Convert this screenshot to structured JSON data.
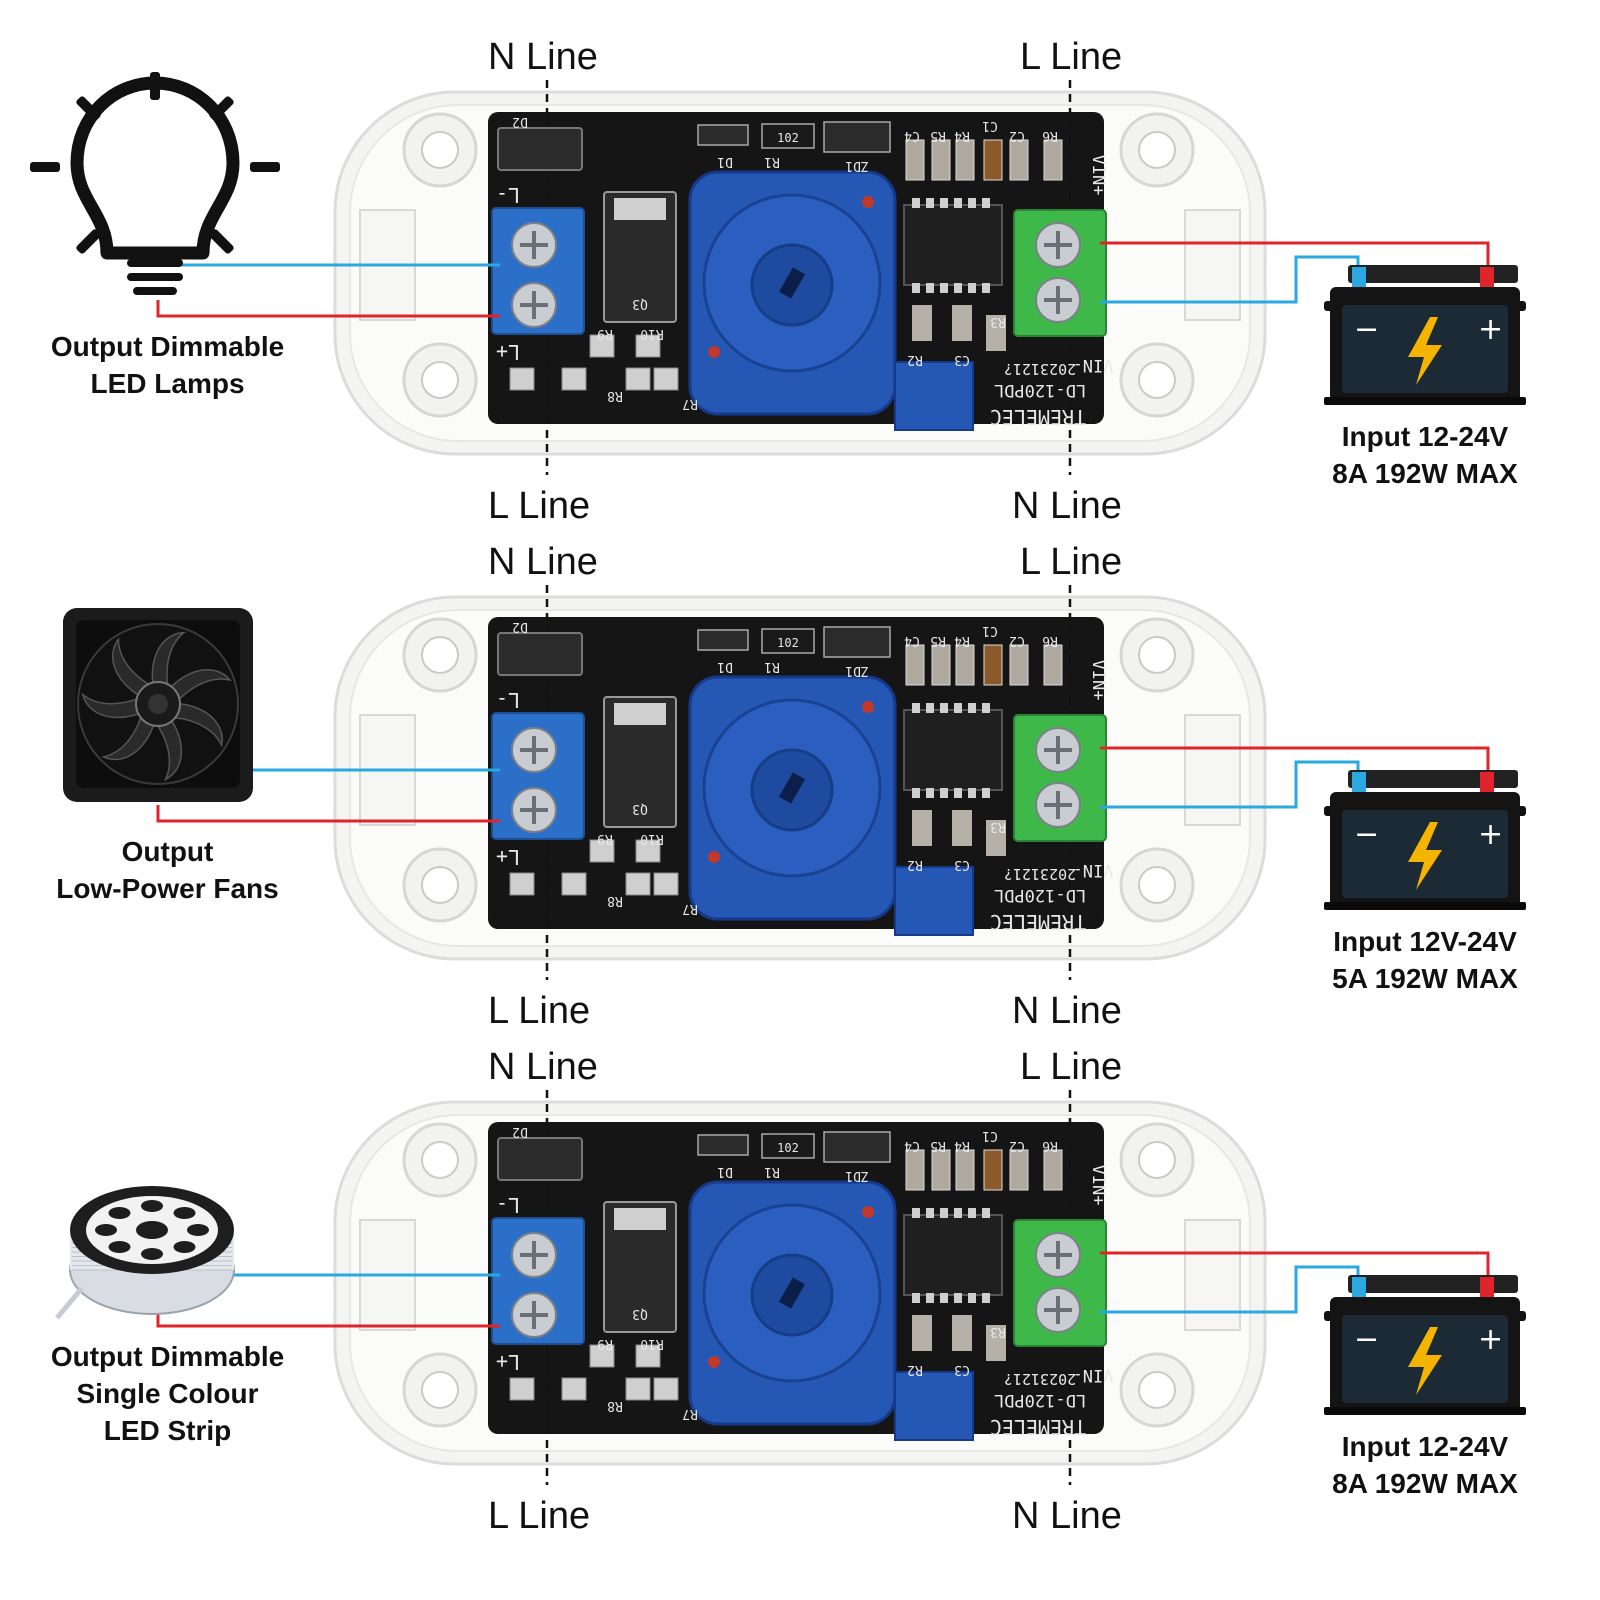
{
  "rows": [
    {
      "top_left_label": "N Line",
      "top_right_label": "L Line",
      "bottom_left_label": "L Line",
      "bottom_right_label": "N Line",
      "output_caption": "Output Dimmable\nLED Lamps",
      "output_icon": "light-bulb-icon",
      "input_caption": "Input 12-24V\n8A 192W MAX"
    },
    {
      "top_left_label": "N Line",
      "top_right_label": "L Line",
      "bottom_left_label": "L Line",
      "bottom_right_label": "N Line",
      "output_caption": "Output\nLow-Power Fans",
      "output_icon": "cooling-fan-icon",
      "input_caption": "Input 12V-24V\n5A 192W MAX"
    },
    {
      "top_left_label": "N Line",
      "top_right_label": "L Line",
      "bottom_left_label": "L Line",
      "bottom_right_label": "N Line",
      "output_caption": "Output Dimmable\nSingle Colour\nLED Strip",
      "output_icon": "led-strip-reel-icon",
      "input_caption": "Input 12-24V\n8A 192W MAX"
    }
  ],
  "board_silkscreen": {
    "brand": "TREMELEC",
    "model": "LD-120PDL",
    "date": "2023121?",
    "vin_plus": "VIN+",
    "vin_minus": "VIN-",
    "out_minus": "L-",
    "out_plus": "L+",
    "resistor_code": "102",
    "ref_d2": "D2",
    "ref_d1": "D1",
    "ref_r1": "R1",
    "ref_zd1": "ZD1",
    "ref_c4": "C4",
    "ref_r5": "R5",
    "ref_r4": "R4",
    "ref_c1": "C1",
    "ref_c2": "C2",
    "ref_r6": "R6",
    "ref_q3": "Q3",
    "ref_r9": "R9",
    "ref_r10": "R10",
    "ref_r2": "R2",
    "ref_c3": "C3",
    "ref_r3": "R3",
    "ref_r7": "R7",
    "ref_r8": "R8"
  },
  "battery": {
    "minus_symbol": "−",
    "plus_symbol": "+"
  },
  "colors": {
    "positive_wire": "#e0242b",
    "negative_wire": "#29a9e0",
    "pcb": "#151515",
    "output_terminal": "#2b6fc9",
    "input_terminal": "#3fb84a",
    "potentiometer": "#2557b5",
    "enclosure": "#f4f4f2",
    "bolt": "#f5b400"
  }
}
